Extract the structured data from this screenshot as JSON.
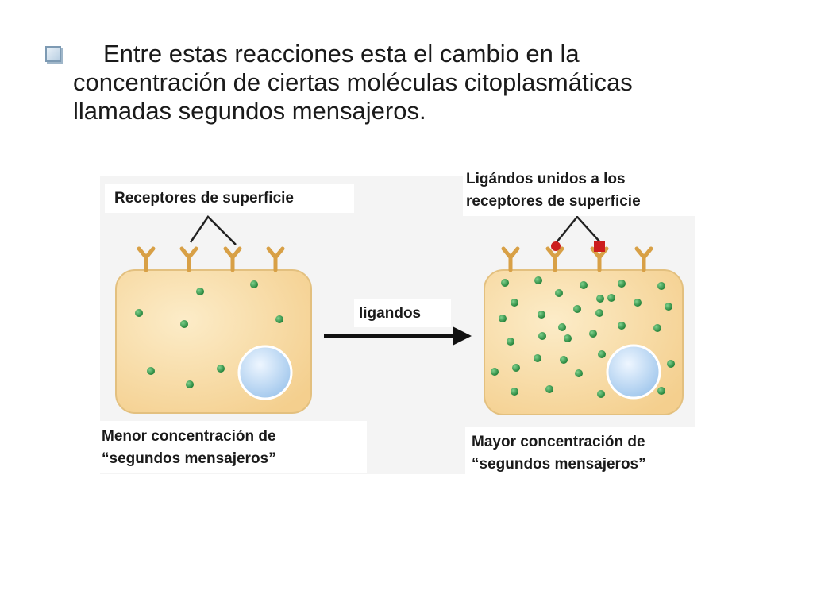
{
  "bullet": {
    "icon": "checkbox-square-icon",
    "text_lines": [
      "Entre estas reacciones esta el cambio en la",
      "concentración de ciertas moléculas citoplasmáticas",
      "llamadas segundos mensajeros."
    ]
  },
  "diagram": {
    "receptors_label": "Receptores de superficie",
    "bound_label_lines": [
      "Ligándos unidos a los",
      "receptores de superficie"
    ],
    "arrow_label": "ligandos",
    "left_caption_lines": [
      "Menor concentración de",
      "“segundos mensajeros”"
    ],
    "right_caption_lines": [
      "Mayor concentración de",
      "“segundos mensajeros”"
    ]
  },
  "colors": {
    "cell_fill": "#f7dba8",
    "cell_stroke": "#e2bf7e",
    "receptor": "#d9a24a",
    "messenger": "#2e9a4a",
    "nucleus": "#b9d6f2",
    "ligand": "#cc1d1d",
    "arrow": "#111111"
  }
}
